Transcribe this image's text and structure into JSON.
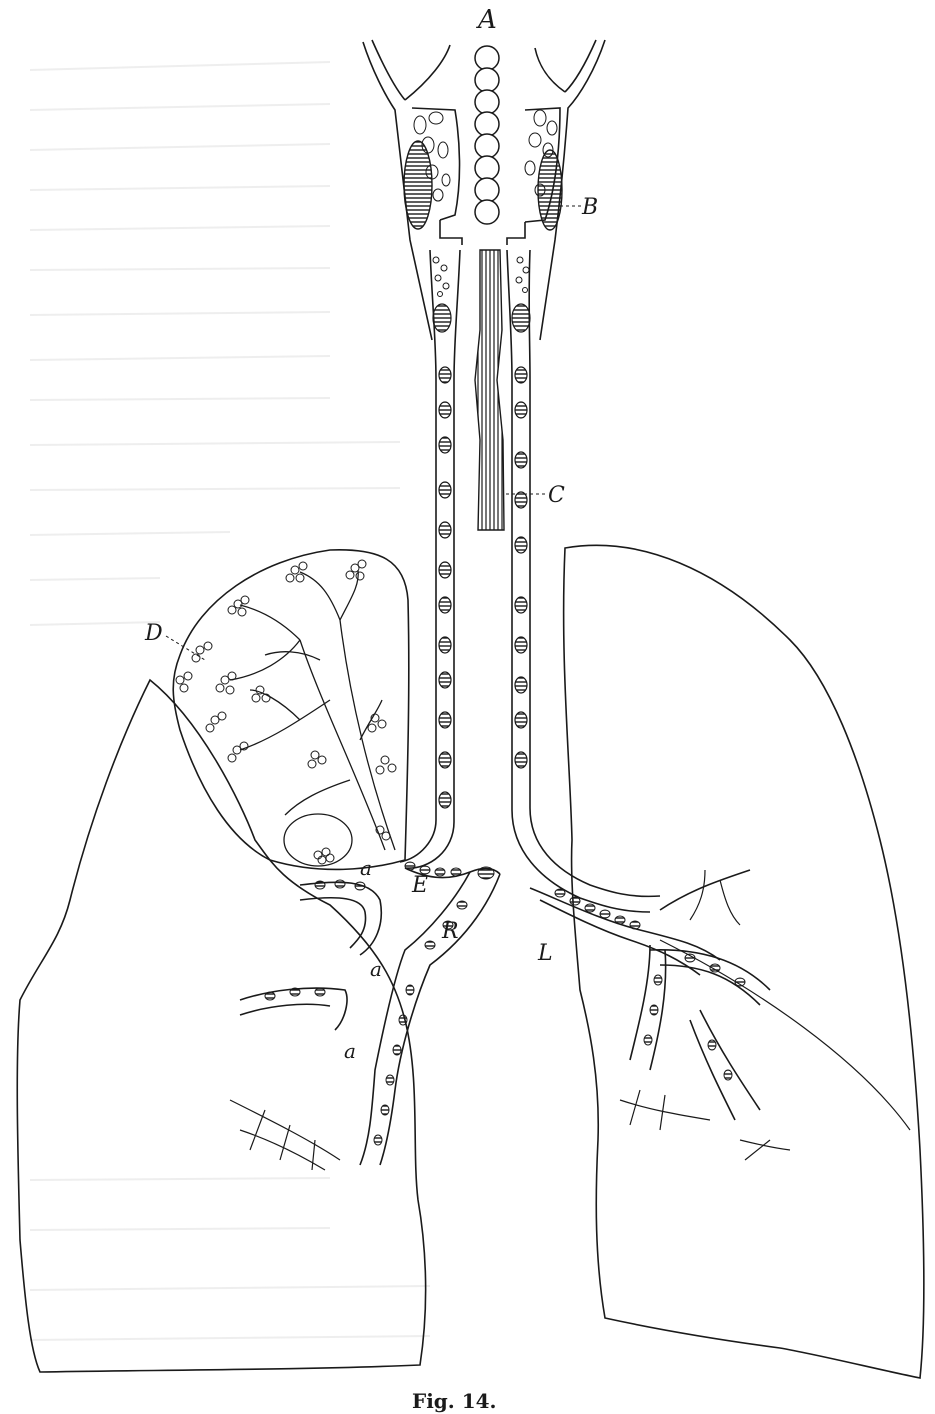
{
  "figure": {
    "caption": "Fig. 14.",
    "labels": {
      "A": "A",
      "B": "B",
      "C": "C",
      "D": "D",
      "E": "E",
      "R": "R",
      "L": "L",
      "a1": "a",
      "a2": "a",
      "a3": "a"
    }
  },
  "colors": {
    "ink": "#1a1a1a",
    "paper": "#ffffff",
    "bleed_through": "#cfcfcf"
  }
}
